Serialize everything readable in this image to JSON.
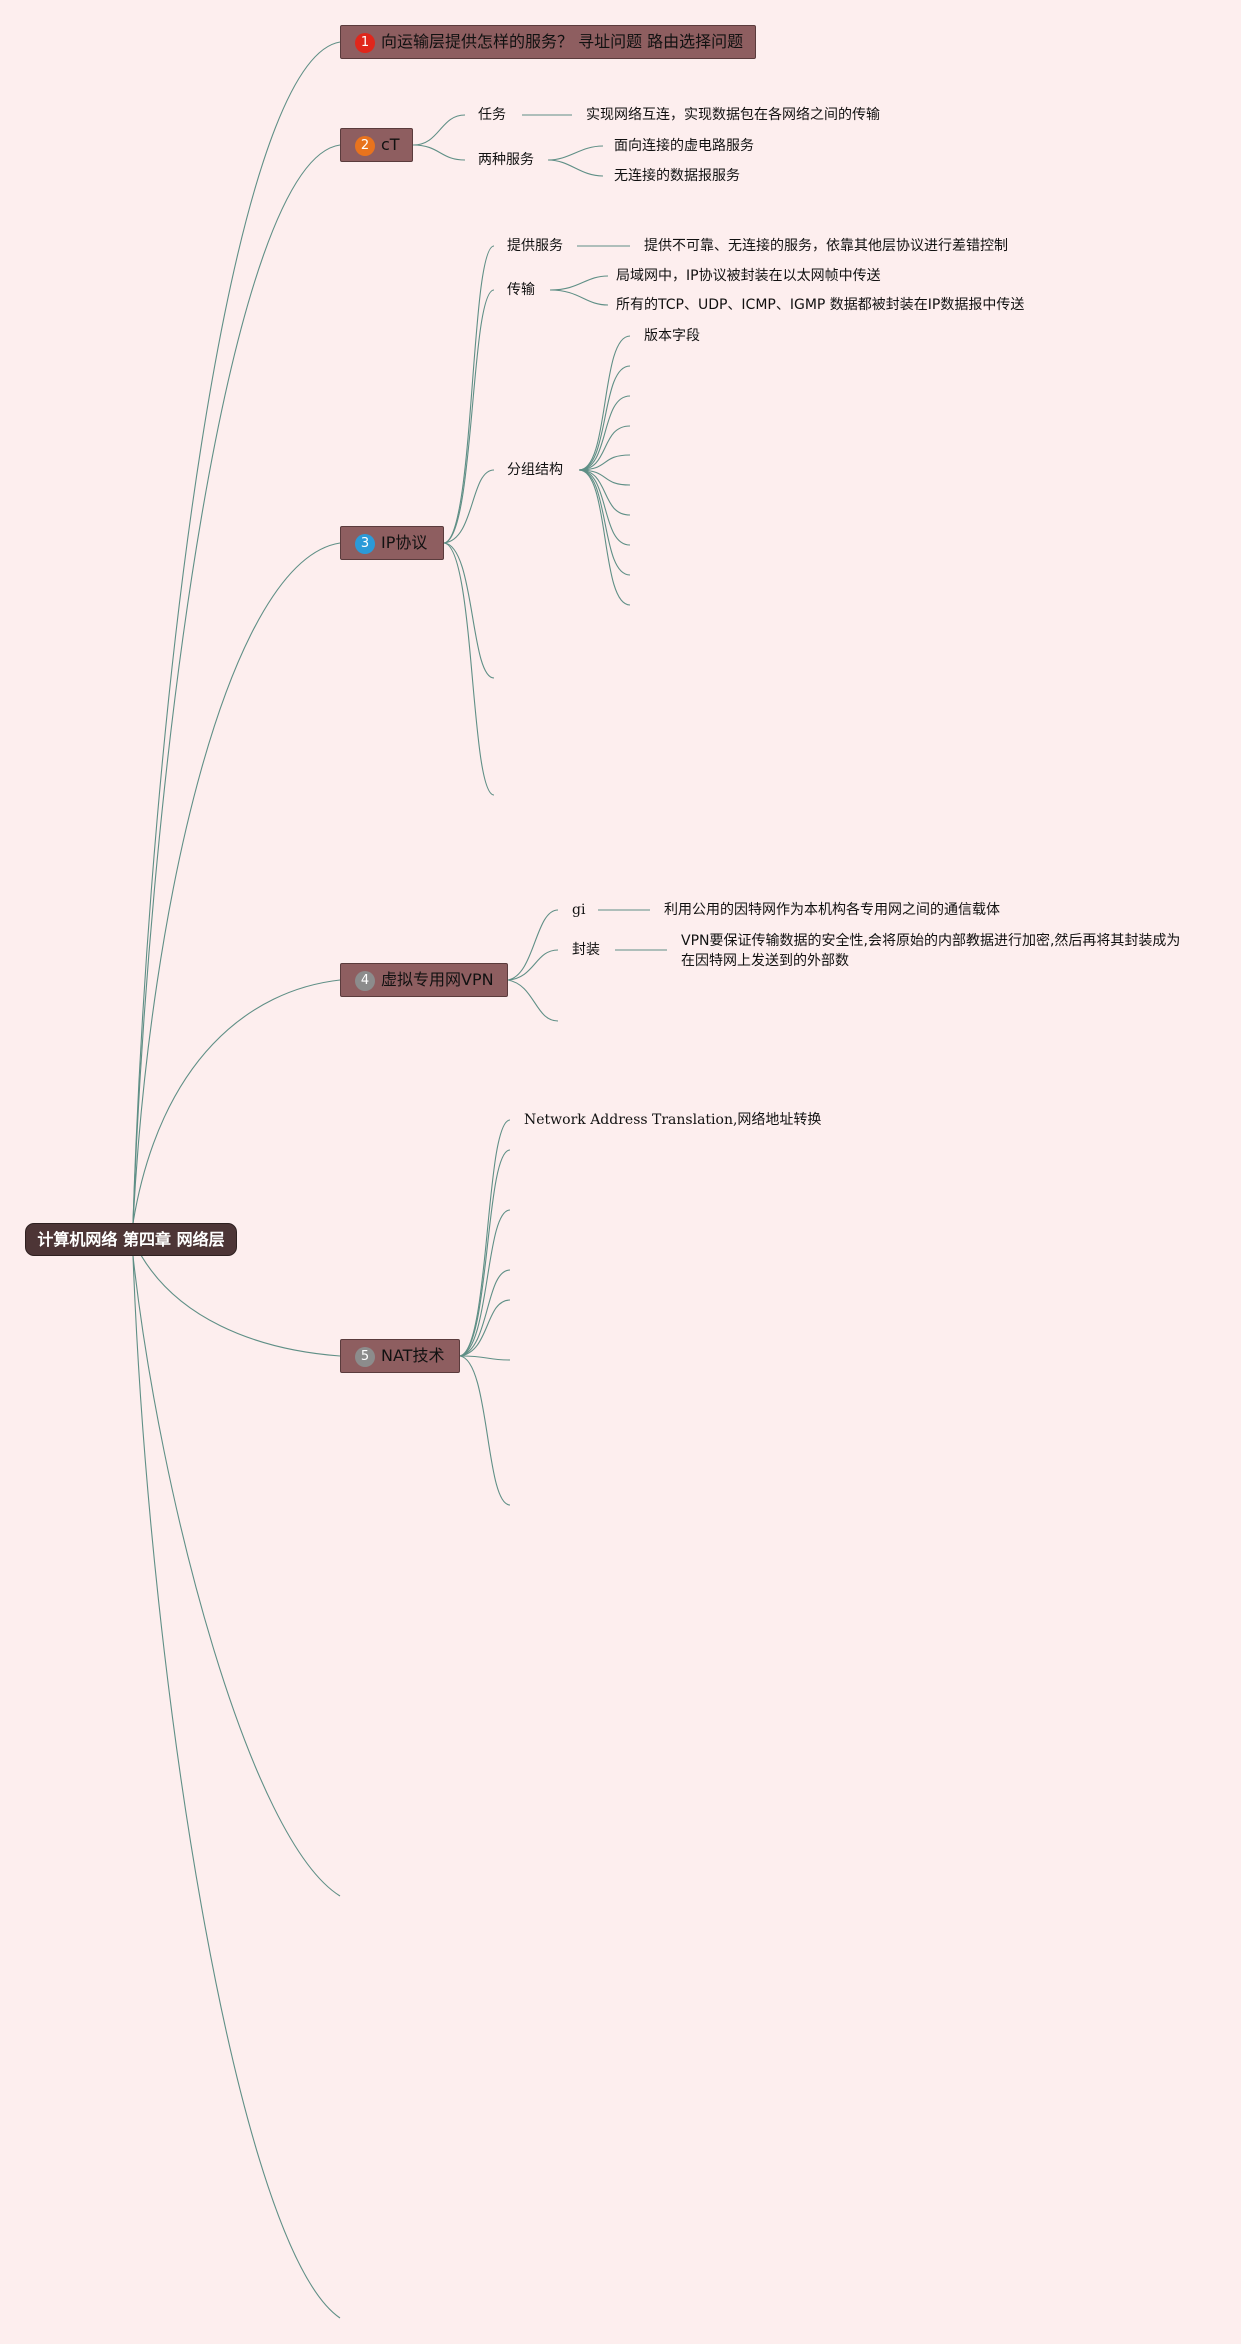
{
  "root": {
    "label": "计算机网络 第四章 网络层"
  },
  "topics": [
    {
      "number": "1",
      "label": "向运输层提供怎样的服务？ 寻址问题 路由选择问题",
      "badge_color": "#e0261b"
    },
    {
      "number": "2",
      "label": "cT",
      "badge_color": "#e8731e"
    },
    {
      "number": "3",
      "label": "IP协议",
      "badge_color": "#2b9ad8"
    },
    {
      "number": "4",
      "label": "虚拟专用网VPN",
      "badge_color": "#8c8c8c"
    },
    {
      "number": "5",
      "label": "NAT技术",
      "badge_color": "#8c8c8c"
    }
  ],
  "ct": {
    "task_label": "任务",
    "task_text": "实现网络互连，实现数据包在各网络之间的传输",
    "services_label": "两种服务",
    "service_1": "面向连接的虚电路服务",
    "service_2": "无连接的数据报服务"
  },
  "ip": {
    "provide_label": "提供服务",
    "provide_text": "提供不可靠、无连接的服务，依靠其他层协议进行差错控制",
    "transmit_label": "传输",
    "transmit_1": "局域网中，IP协议被封装在以太网帧中传送",
    "transmit_2": "所有的TCP、UDP、ICMP、IGMP 数据都被封装在IP数据报中传送",
    "struct_label": "分组结构",
    "field_1": "版本字段"
  },
  "vpn": {
    "gi_label": "gi",
    "gi_text": "利用公用的因特网作为本机构各专用网之间的通信载体",
    "encap_label": "封装",
    "encap_text": "VPN要保证传输数据的安全性,会将原始的内部教据进行加密,然后再将其封装成为在因特网上发送到的外部数"
  },
  "nat": {
    "first_item": "Network Address Translation,网络地址转换"
  },
  "colors": {
    "link": "#5f8f86",
    "background": "#fdeeee"
  }
}
